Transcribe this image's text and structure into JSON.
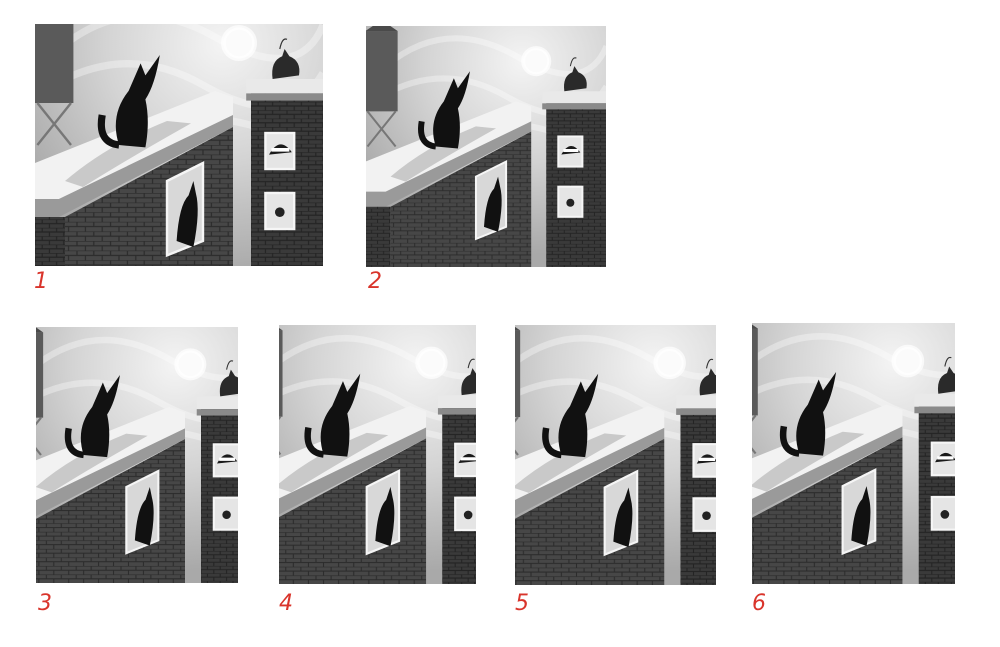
{
  "colors": {
    "label_red": "#d9342b",
    "sky_light": "#e6e6e6",
    "sky_dark": "#b5b5b5",
    "brick_dark": "#3a3a3a",
    "roof_light": "#f2f2f2",
    "wolf_black": "#111111"
  },
  "panels": [
    {
      "label": "1"
    },
    {
      "label": "2"
    },
    {
      "label": "3"
    },
    {
      "label": "4"
    },
    {
      "label": "5"
    },
    {
      "label": "6"
    }
  ]
}
